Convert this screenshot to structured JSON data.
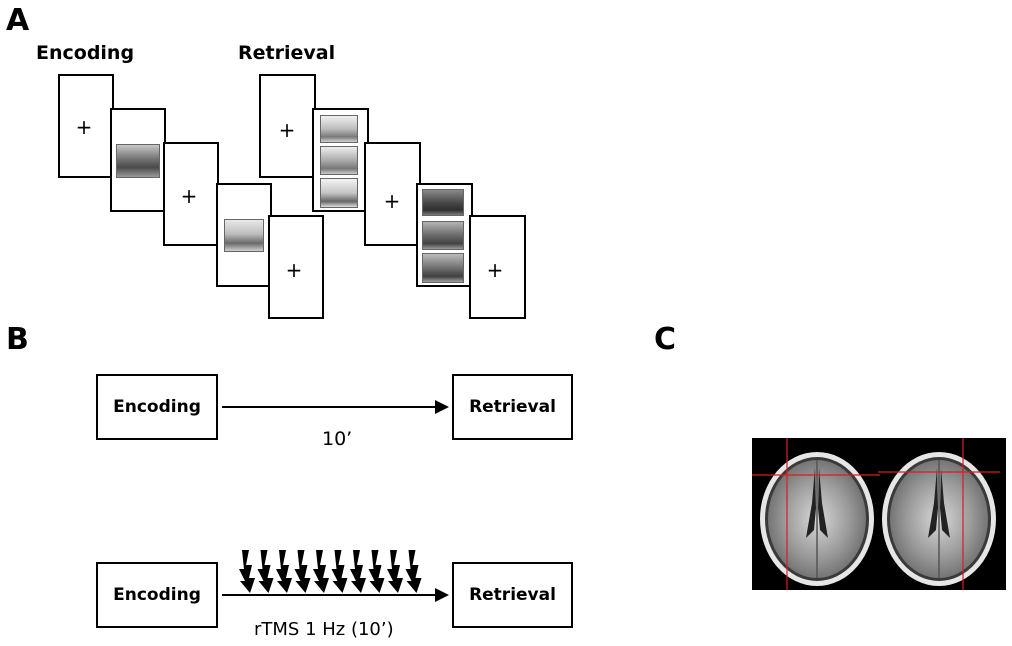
{
  "panel_a": {
    "letter": "A",
    "encoding_title": "Encoding",
    "retrieval_title": "Retrieval",
    "fixation": "+"
  },
  "panel_b": {
    "letter": "B",
    "row1": {
      "left_box": "Encoding",
      "right_box": "Retrieval",
      "arrow_label": "10’"
    },
    "row2": {
      "left_box": "Encoding",
      "right_box": "Retrieval",
      "arrow_label": "rTMS 1 Hz (10’)",
      "pulse_count": 10
    }
  },
  "panel_c": {
    "letter": "C"
  }
}
